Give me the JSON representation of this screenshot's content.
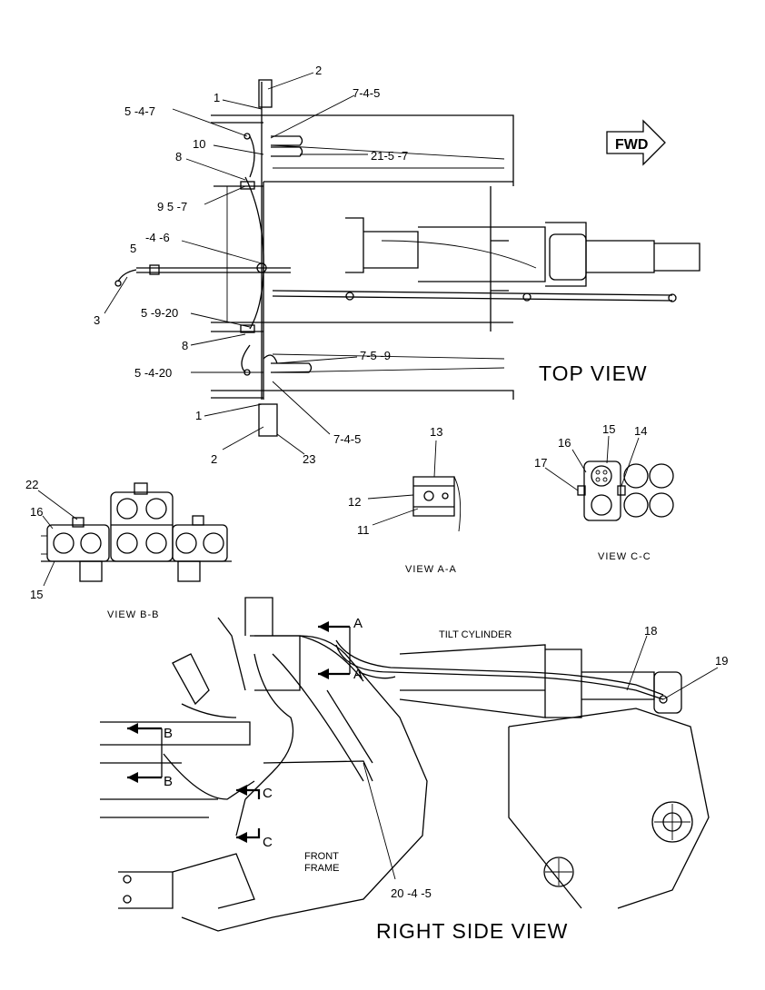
{
  "views": {
    "top": "TOP VIEW",
    "right_side": "RIGHT SIDE VIEW",
    "aa": "VIEW A-A",
    "bb": "VIEW B-B",
    "cc": "VIEW C-C"
  },
  "fwd": "FWD",
  "labels": {
    "tilt_cylinder": "TILT CYLINDER",
    "front_frame_1": "FRONT",
    "front_frame_2": "FRAME"
  },
  "section_letters": {
    "a": "A",
    "b": "B",
    "c": "C"
  },
  "callouts": {
    "top": [
      "2",
      "1",
      "7-4-5",
      "5 -4-7",
      "10",
      "21-5 -7",
      "8",
      "9 5 -7",
      "5",
      "-4 -6",
      "3",
      "5 -9-20",
      "8",
      "7-5 -9",
      "5 -4-20",
      "1",
      "7-4-5",
      "2",
      "23"
    ],
    "view_aa": [
      "13",
      "12",
      "11"
    ],
    "view_cc": [
      "16",
      "15",
      "14",
      "17"
    ],
    "view_bb": [
      "22",
      "16",
      "15"
    ],
    "side": [
      "18",
      "19",
      "20 -4 -5"
    ]
  }
}
